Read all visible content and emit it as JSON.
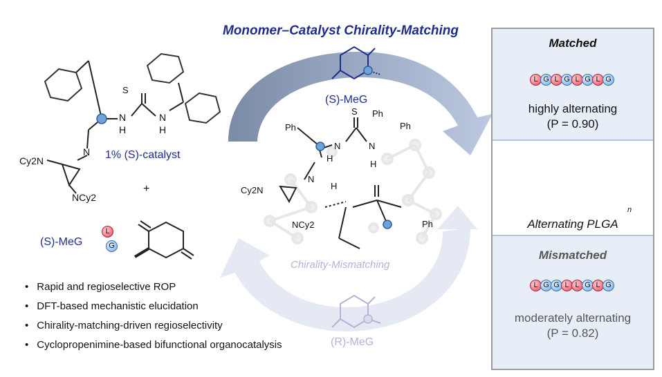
{
  "title": "Monomer–Catalyst Chirality-Matching",
  "catalyst": {
    "label": "1% (S)-catalyst",
    "atoms": [
      "S",
      "N",
      "H",
      "N",
      "H",
      "N",
      "Cy2N",
      "NCy2"
    ]
  },
  "plus": "+",
  "monomer_left": {
    "label": "(S)-MeG",
    "bead_L": "L",
    "bead_G": "G"
  },
  "center": {
    "top_monomer": "(S)-MeG",
    "bottom_monomer": "(R)-MeG",
    "mismatch_label": "Chirality-Mismatching",
    "atoms": [
      "Ph",
      "S",
      "Ph",
      "Ph",
      "N",
      "H",
      "N",
      "H",
      "N",
      "H",
      "Cy2N",
      "NCy2",
      "Ph"
    ]
  },
  "bullets": [
    "Rapid and regioselective ROP",
    "DFT-based mechanistic elucidation",
    "Chirality-matching-driven regioselectivity",
    "Cyclopropenimine-based bifunctional organocatalysis"
  ],
  "panel": {
    "matched": {
      "title": "Matched",
      "sequence": [
        "L",
        "G",
        "L",
        "G",
        "L",
        "G",
        "L",
        "G"
      ],
      "desc": "highly alternating",
      "p_value": "(P = 0.90)"
    },
    "polymer": {
      "label": "Alternating PLGA",
      "subscript": "n"
    },
    "mismatched": {
      "title": "Mismatched",
      "sequence": [
        "L",
        "G",
        "G",
        "L",
        "L",
        "G",
        "L",
        "G"
      ],
      "desc": "moderately alternating",
      "p_value": "(P = 0.82)"
    }
  },
  "colors": {
    "navy": "#1f2d8a",
    "arrow_dark": "#8496b6",
    "arrow_light": "#d9dfee",
    "L_bead": "#e5455a",
    "G_bead": "#6ea9e6"
  }
}
